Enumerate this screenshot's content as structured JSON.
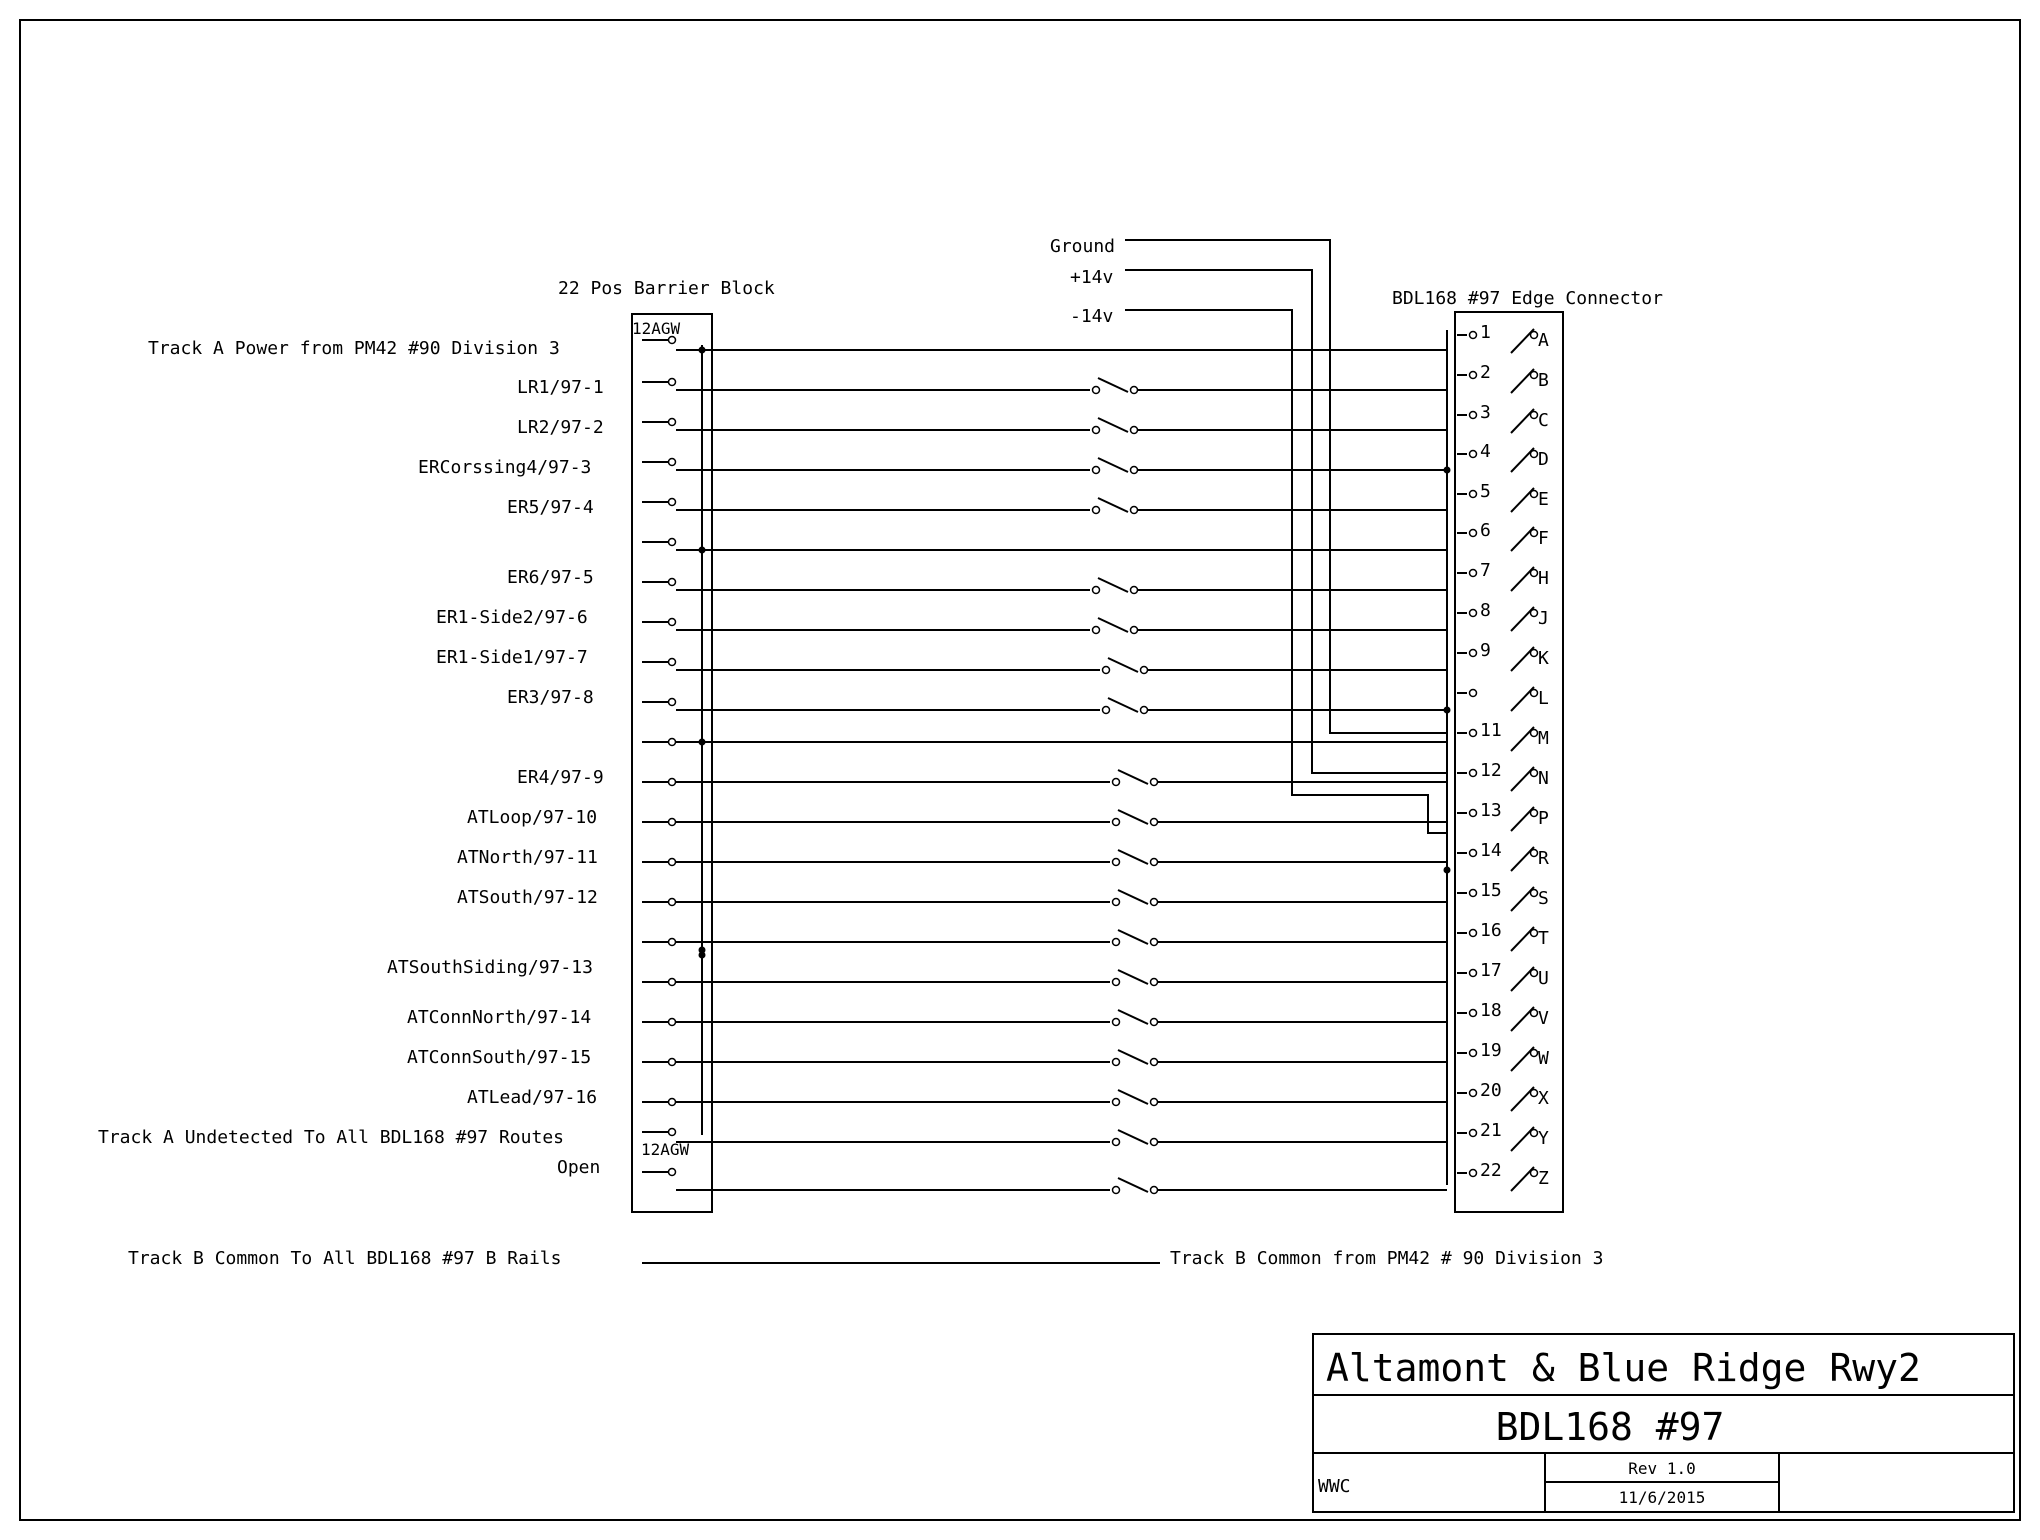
{
  "power_labels": [
    "Ground",
    "+14v",
    "-14v"
  ],
  "barrier_block": {
    "title": "22 Pos Barrier Block",
    "gauge_top": "12AGW",
    "gauge_bottom": "12AGW"
  },
  "edge_connector": {
    "title": "BDL168 #97 Edge Connector",
    "pins": [
      {
        "num": "1",
        "letter": "A"
      },
      {
        "num": "2",
        "letter": "B"
      },
      {
        "num": "3",
        "letter": "C"
      },
      {
        "num": "4",
        "letter": "D"
      },
      {
        "num": "5",
        "letter": "E"
      },
      {
        "num": "6",
        "letter": "F"
      },
      {
        "num": "7",
        "letter": "H"
      },
      {
        "num": "8",
        "letter": "J"
      },
      {
        "num": "9",
        "letter": "K"
      },
      {
        "num": "",
        "letter": "L"
      },
      {
        "num": "11",
        "letter": "M"
      },
      {
        "num": "12",
        "letter": "N"
      },
      {
        "num": "13",
        "letter": "P"
      },
      {
        "num": "14",
        "letter": "R"
      },
      {
        "num": "15",
        "letter": "S"
      },
      {
        "num": "16",
        "letter": "T"
      },
      {
        "num": "17",
        "letter": "U"
      },
      {
        "num": "18",
        "letter": "V"
      },
      {
        "num": "19",
        "letter": "W"
      },
      {
        "num": "20",
        "letter": "X"
      },
      {
        "num": "21",
        "letter": "Y"
      },
      {
        "num": "22",
        "letter": "Z"
      }
    ]
  },
  "wire_labels": [
    "Track A Power from PM42 #90 Division 3",
    "LR1/97-1",
    "LR2/97-2",
    "ERCorssing4/97-3",
    "ER5/97-4",
    "ER6/97-5",
    "ER1-Side2/97-6",
    "ER1-Side1/97-7",
    "ER3/97-8",
    "ER4/97-9",
    "ATLoop/97-10",
    "ATNorth/97-11",
    "ATSouth/97-12",
    "ATSouthSiding/97-13",
    "ATConnNorth/97-14",
    "ATConnSouth/97-15",
    "ATLead/97-16",
    "Track A Undetected To All BDL168 #97 Routes",
    "Open"
  ],
  "track_b": {
    "left": "Track B Common To All BDL168 #97 B Rails",
    "right": "Track B Common from PM42 # 90 Division 3"
  },
  "title_block": {
    "company": "Altamont & Blue Ridge Rwy2",
    "drawing": "BDL168 #97",
    "author": "WWC",
    "revision": "Rev 1.0",
    "date": "11/6/2015"
  }
}
